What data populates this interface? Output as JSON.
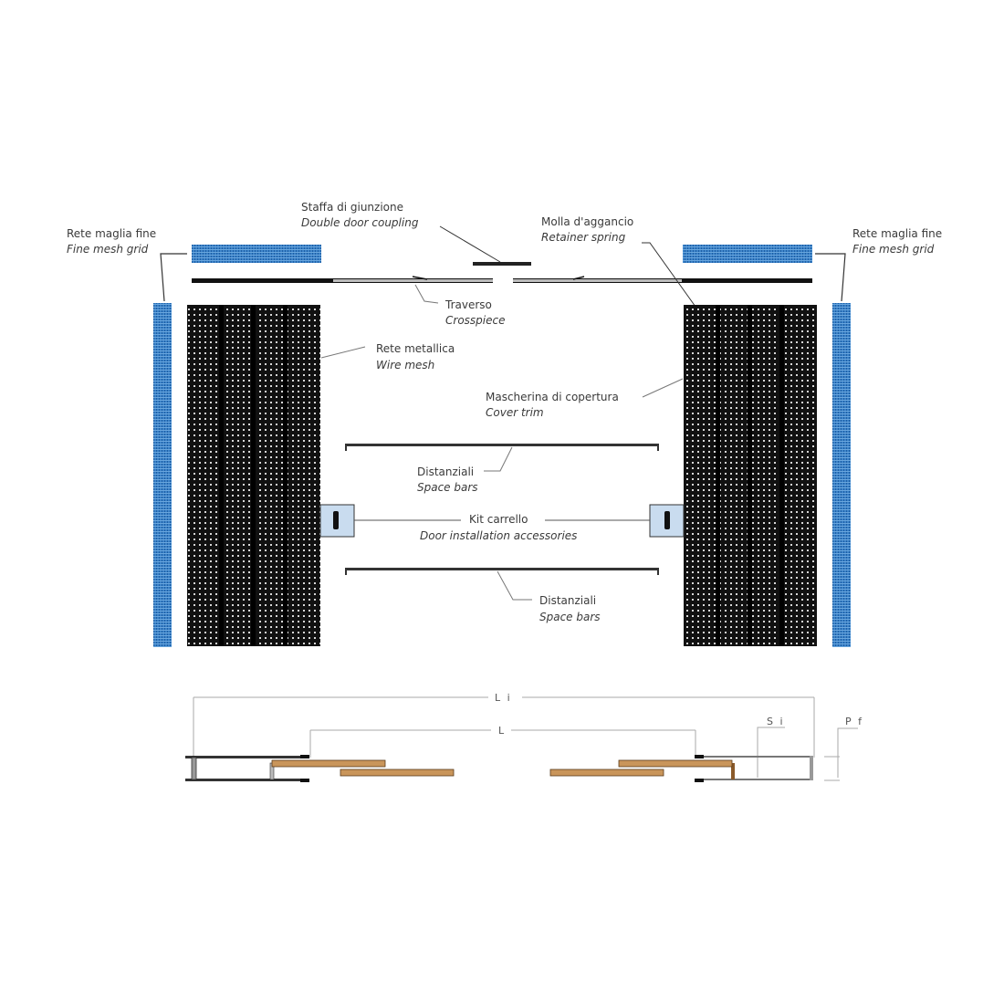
{
  "colors": {
    "fine_mesh": "#3b82c8",
    "wire_mesh": "#111111",
    "wood": "#c9955a",
    "trolley_box": "#c9dcef",
    "leader": "#555555"
  },
  "labels": {
    "fine_mesh_left": {
      "it": "Rete maglia fine",
      "en": "Fine mesh grid"
    },
    "coupling": {
      "it": "Staffa di giunzione",
      "en": "Double door coupling"
    },
    "retainer": {
      "it": "Molla d'aggancio",
      "en": "Retainer spring"
    },
    "fine_mesh_right": {
      "it": "Rete maglia fine",
      "en": "Fine mesh grid"
    },
    "crosspiece": {
      "it": "Traverso",
      "en": "Crosspiece"
    },
    "wire_mesh": {
      "it": "Rete metallica",
      "en": "Wire mesh"
    },
    "cover_trim": {
      "it": "Mascherina di copertura",
      "en": "Cover trim"
    },
    "space_bars_top": {
      "it": "Distanziali",
      "en": "Space bars"
    },
    "trolley_kit": {
      "it": "Kit carrello",
      "en": "Door installation accessories"
    },
    "space_bars_bottom": {
      "it": "Distanziali",
      "en": "Space bars"
    }
  },
  "dimensions": {
    "Li": "L i",
    "L": "L",
    "Si": "S i",
    "Pf": "P f"
  }
}
